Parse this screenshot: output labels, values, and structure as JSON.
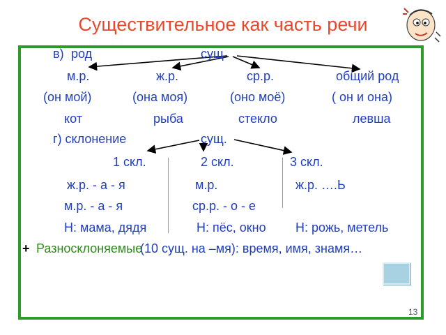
{
  "title": "Существительное как часть речи",
  "row1": {
    "label_v": "в)",
    "rod": "род",
    "sush": "сущ."
  },
  "row2": {
    "mr": "м.р.",
    "zhr": "ж.р.",
    "srr": "ср.р.",
    "common": "общий род"
  },
  "row3": {
    "on": "(он мой)",
    "ona": "(она моя)",
    "ono": "(оно моё)",
    "both": "( он  и она)"
  },
  "row4": {
    "kot": "кот",
    "ryba": "рыба",
    "steklo": "стекло",
    "levsha": "левша"
  },
  "row5": {
    "label_g": "г) склонение",
    "sush": "сущ."
  },
  "row6": {
    "skl1": "1 скл.",
    "skl2": "2 скл.",
    "skl3": "3 скл."
  },
  "row7": {
    "c1": "ж.р.  - а  - я",
    "c2": "м.р.",
    "c3": "ж.р.  ….Ь"
  },
  "row8": {
    "c1": "м.р.  - а  - я",
    "c2": "ср.р. - о - е"
  },
  "row9": {
    "c1": "Н: мама, дядя",
    "c2": "Н: пёс, окно",
    "c3": "Н: рожь, метель"
  },
  "row10": {
    "plus": "+",
    "title": "Разносклоняемые",
    "rest": "(10 сущ. на –мя): время, имя, знамя…"
  },
  "page_number": "13",
  "icons": {
    "decoration": "cartoon-face-icon",
    "nav": "nav-button-icon"
  },
  "colors": {
    "title": "#e8482c",
    "frame": "#2e9a2a",
    "blue_text": "#1f3fbf",
    "green_text": "#2e8a1a"
  }
}
